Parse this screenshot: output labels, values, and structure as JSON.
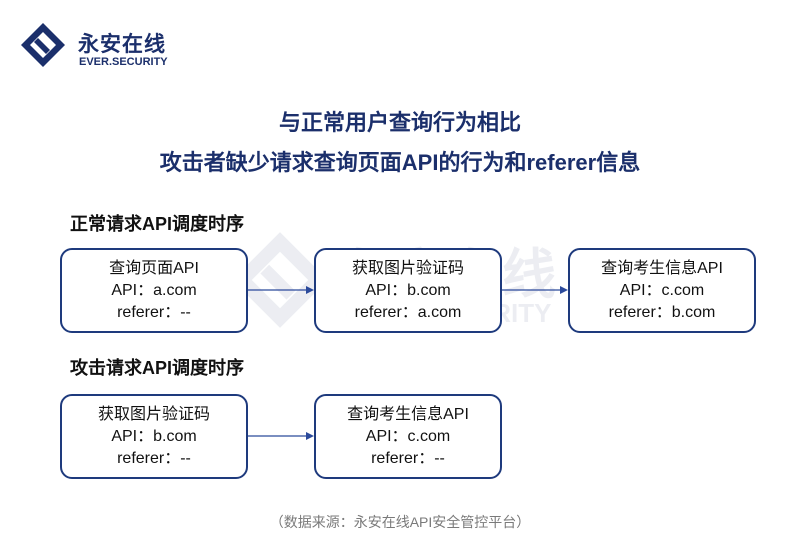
{
  "brand": {
    "name_cn": "永安在线",
    "name_en": "EVER.SECURITY"
  },
  "title": {
    "line1": "与正常用户查询行为相比",
    "line2": "攻击者缺少请求查询页面API的行为和referer信息"
  },
  "normal": {
    "heading": "正常请求API调度时序",
    "boxes": [
      {
        "title": "查询页面API",
        "api": "API：a.com",
        "referer": "referer：--"
      },
      {
        "title": "获取图片验证码",
        "api": "API：b.com",
        "referer": "referer：a.com"
      },
      {
        "title": "查询考生信息API",
        "api": "API：c.com",
        "referer": "referer：b.com"
      }
    ]
  },
  "attack": {
    "heading": "攻击请求API调度时序",
    "boxes": [
      {
        "title": "获取图片验证码",
        "api": "API：b.com",
        "referer": "referer：--"
      },
      {
        "title": "查询考生信息API",
        "api": "API：c.com",
        "referer": "referer：--"
      }
    ]
  },
  "source": "（数据来源：永安在线API安全管控平台）",
  "colors": {
    "primary": "#1b2f6b",
    "box_border": "#1e3a7d",
    "arrow": "#2b4a9b",
    "source_text": "#7a7a7a"
  }
}
